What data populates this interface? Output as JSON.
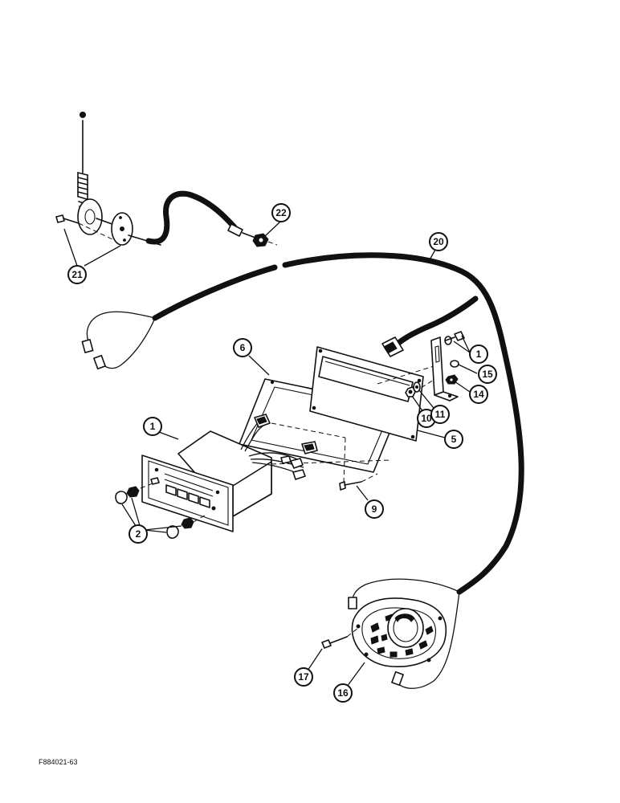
{
  "figure": {
    "id": "F884021-63"
  },
  "callouts": [
    {
      "key": "c1a",
      "label": "1"
    },
    {
      "key": "c1b",
      "label": "1"
    },
    {
      "key": "c2",
      "label": "2"
    },
    {
      "key": "c5",
      "label": "5"
    },
    {
      "key": "c6",
      "label": "6"
    },
    {
      "key": "c9",
      "label": "9"
    },
    {
      "key": "c10",
      "label": "10"
    },
    {
      "key": "c11",
      "label": "11"
    },
    {
      "key": "c14",
      "label": "14"
    },
    {
      "key": "c15",
      "label": "15"
    },
    {
      "key": "c16",
      "label": "16"
    },
    {
      "key": "c17",
      "label": "17"
    },
    {
      "key": "c20",
      "label": "20"
    },
    {
      "key": "c21",
      "label": "21"
    },
    {
      "key": "c22",
      "label": "22"
    }
  ]
}
